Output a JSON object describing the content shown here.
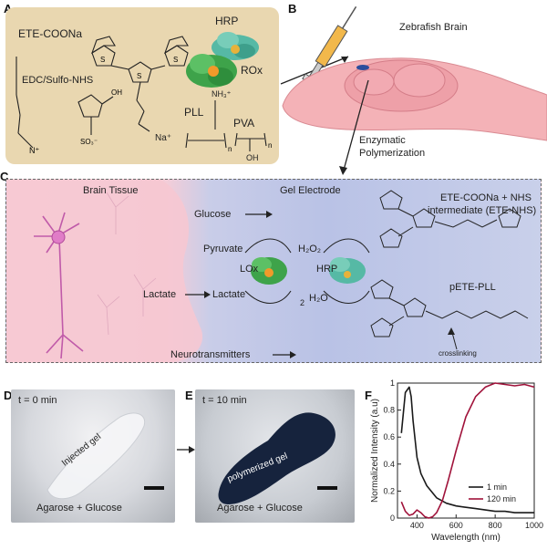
{
  "panel_labels": {
    "a": "A",
    "b": "B",
    "c": "C",
    "d": "D",
    "e": "E",
    "f": "F"
  },
  "panelA": {
    "ete_coona": "ETE-COONa",
    "hrp": "HRP",
    "rox": "ROx",
    "edc": "EDC/Sulfo-NHS",
    "na": "Na⁺",
    "pll": "PLL",
    "pva": "PVA",
    "nh3": "NH₃⁺",
    "oh": "OH"
  },
  "panelB": {
    "zebrafish": "Zebrafish Brain",
    "enzymatic": "Enzymatic",
    "polymerization": "Polymerization"
  },
  "panelC": {
    "brain_tissue": "Brain Tissue",
    "gel_electrode": "Gel Electrode",
    "glucose": "Glucose",
    "pyruvate": "Pyruvate",
    "lox": "LOx",
    "h2o2": "H₂O₂",
    "hrp": "HRP",
    "lactate_left": "Lactate",
    "lactate_right": "Lactate",
    "two": "2",
    "h2o": "H₂O",
    "neurotransmitters": "Neurotransmitters",
    "ete_nhs_line1": "ETE-COONa + NHS",
    "ete_nhs_line2": "intermediate (ETE-NHS)",
    "pete_pll": "pETE-PLL",
    "crosslinking": "crosslinking"
  },
  "panelD": {
    "time": "t = 0 min",
    "caption": "Injected gel",
    "bottom": "Agarose + Glucose"
  },
  "panelE": {
    "time": "t = 10 min",
    "caption": "polymerized gel",
    "bottom": "Agarose + Glucose"
  },
  "chart_data": {
    "type": "line",
    "xlabel": "Wavelength (nm)",
    "ylabel": "Normalized Intensity (a.u)",
    "xlim": [
      300,
      1000
    ],
    "ylim": [
      0,
      1
    ],
    "x_ticks": [
      400,
      600,
      800,
      1000
    ],
    "y_ticks": [
      0,
      0.2,
      0.4,
      0.6,
      0.8,
      1
    ],
    "legend_position": "bottom-right",
    "series": [
      {
        "name": "1 min",
        "color": "#1a1a1a",
        "x": [
          320,
          340,
          360,
          370,
          380,
          400,
          420,
          450,
          500,
          550,
          600,
          650,
          700,
          750,
          800,
          850,
          900,
          950,
          1000
        ],
        "y": [
          0.63,
          0.93,
          0.97,
          0.9,
          0.72,
          0.45,
          0.33,
          0.24,
          0.15,
          0.11,
          0.09,
          0.08,
          0.07,
          0.06,
          0.05,
          0.05,
          0.04,
          0.04,
          0.04
        ]
      },
      {
        "name": "120 min",
        "color": "#a0123a",
        "x": [
          320,
          340,
          360,
          380,
          400,
          420,
          440,
          460,
          480,
          500,
          530,
          560,
          600,
          650,
          700,
          750,
          800,
          850,
          900,
          950,
          1000
        ],
        "y": [
          0.12,
          0.05,
          0.02,
          0.03,
          0.06,
          0.04,
          0.01,
          0.0,
          0.01,
          0.04,
          0.13,
          0.28,
          0.5,
          0.75,
          0.9,
          0.97,
          1.0,
          0.99,
          0.98,
          0.99,
          0.97
        ]
      }
    ]
  }
}
